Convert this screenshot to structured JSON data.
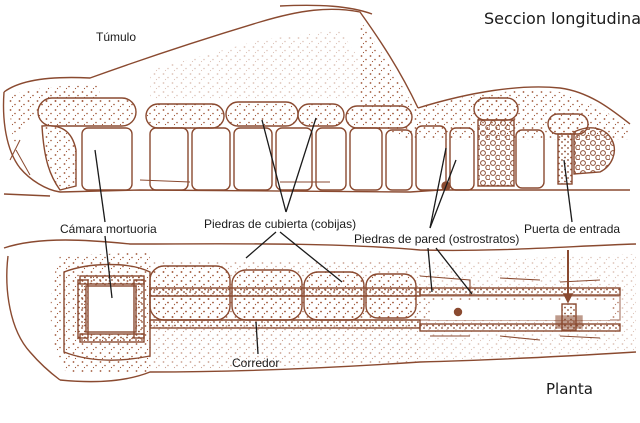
{
  "diagram": {
    "title_section": "Seccion longitudinal",
    "title_plan": "Planta",
    "labels": {
      "tumulo": "Túmulo",
      "camara": "Cámara mortuoria",
      "cubierta": "Piedras de cubierta (cobijas)",
      "pared": "Piedras de pared (ostrostratos)",
      "puerta": "Puerta de entrada",
      "corredor": "Corredor"
    },
    "colors": {
      "ink": "#8a4a30",
      "dots": "#a0583a",
      "text": "#1a1a1a"
    }
  }
}
